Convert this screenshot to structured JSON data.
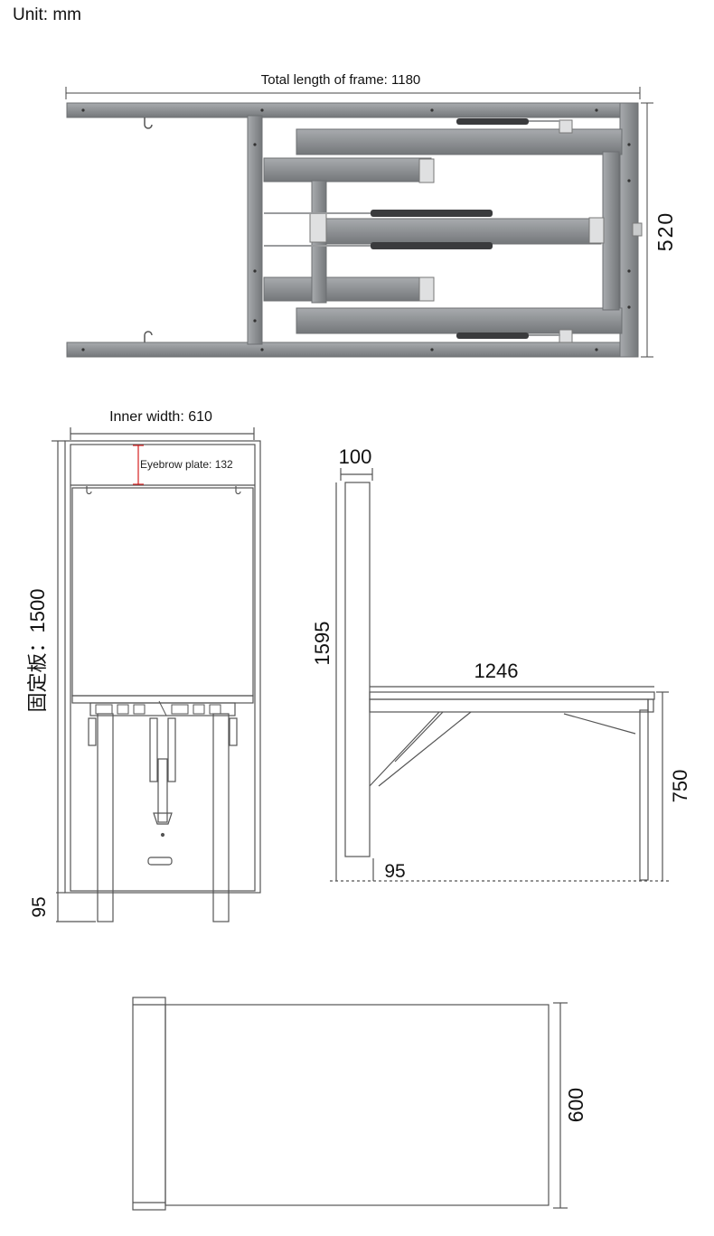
{
  "unit_label": "Unit: mm",
  "frame": {
    "total_length_label": "Total length of frame: 1180",
    "height_label": "520"
  },
  "front_view": {
    "inner_width_label": "Inner width: 610",
    "eyebrow_plate_label": "Eyebrow plate: 132",
    "fixed_plate_label": "固定板：1500",
    "bottom_offset_label": "95"
  },
  "side_view": {
    "thickness_label": "100",
    "height_label": "1595",
    "depth_label": "1246",
    "table_height_label": "750",
    "floor_offset_label": "95"
  },
  "top_view": {
    "width_label": "600"
  },
  "colors": {
    "frame_steel": "#8e9194",
    "frame_steel_dark": "#6c6f72",
    "gas_strut": "#3a3b3d",
    "line": "#555555",
    "eyebrow_marker": "#d42020"
  }
}
